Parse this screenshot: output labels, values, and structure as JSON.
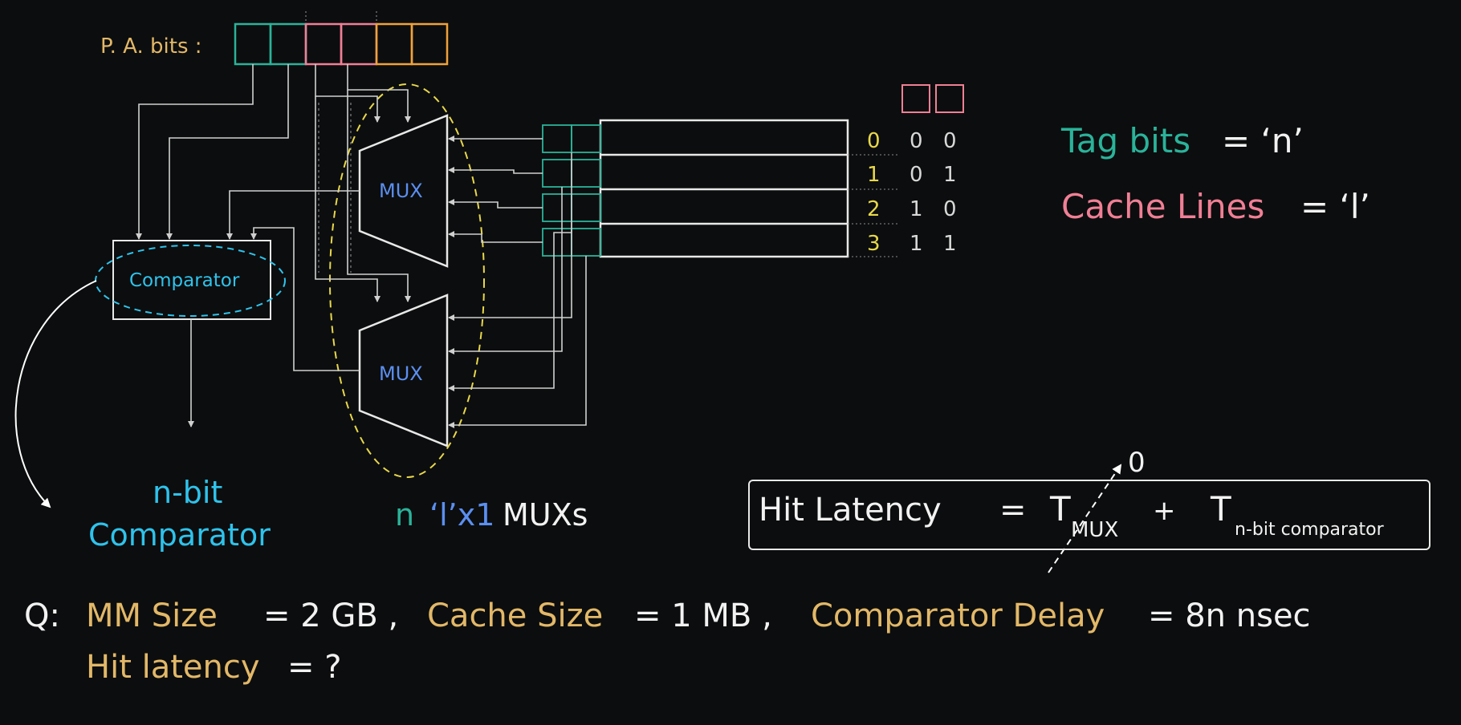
{
  "pa_label": "P. A. bits :",
  "mux_label": "MUX",
  "comparator_label": "Comparator",
  "row_indices": [
    "0",
    "1",
    "2",
    "3"
  ],
  "row_bits": [
    [
      "0",
      "0"
    ],
    [
      "0",
      "1"
    ],
    [
      "1",
      "0"
    ],
    [
      "1",
      "1"
    ]
  ],
  "legend": {
    "tag_bits_label": "Tag bits",
    "tag_bits_value": "= ‘n’",
    "cache_lines_label": "Cache Lines",
    "cache_lines_value": "= ‘l’"
  },
  "nbit_caption": {
    "line1": "n-bit",
    "line2": "Comparator"
  },
  "mux_caption": {
    "n": "n",
    "size": "‘l’x1",
    "rest": "MUXs"
  },
  "hit_latency": {
    "label": "Hit Latency",
    "equals": "=",
    "t1": "T",
    "t1_sub": "MUX",
    "plus": "+",
    "t2": "T",
    "t2_sub": "n-bit comparator",
    "strike_annotation": "0"
  },
  "question": {
    "prefix": "Q:",
    "mm_label": "MM Size",
    "mm_value": "= 2 GB ,",
    "cache_label": "Cache Size",
    "cache_value": "= 1 MB ,",
    "delay_label": "Comparator Delay",
    "delay_value": "= 8n  nsec",
    "hit_label": "Hit latency",
    "hit_value": "= ?"
  },
  "colors": {
    "teal": "#2ab39a",
    "pink": "#f07f95",
    "gold": "#e2b868",
    "cyan": "#2ec3ec",
    "mux_blue": "#5b8ff0",
    "yellow_dashed": "#e8d84a",
    "background": "#0c0d0e"
  }
}
